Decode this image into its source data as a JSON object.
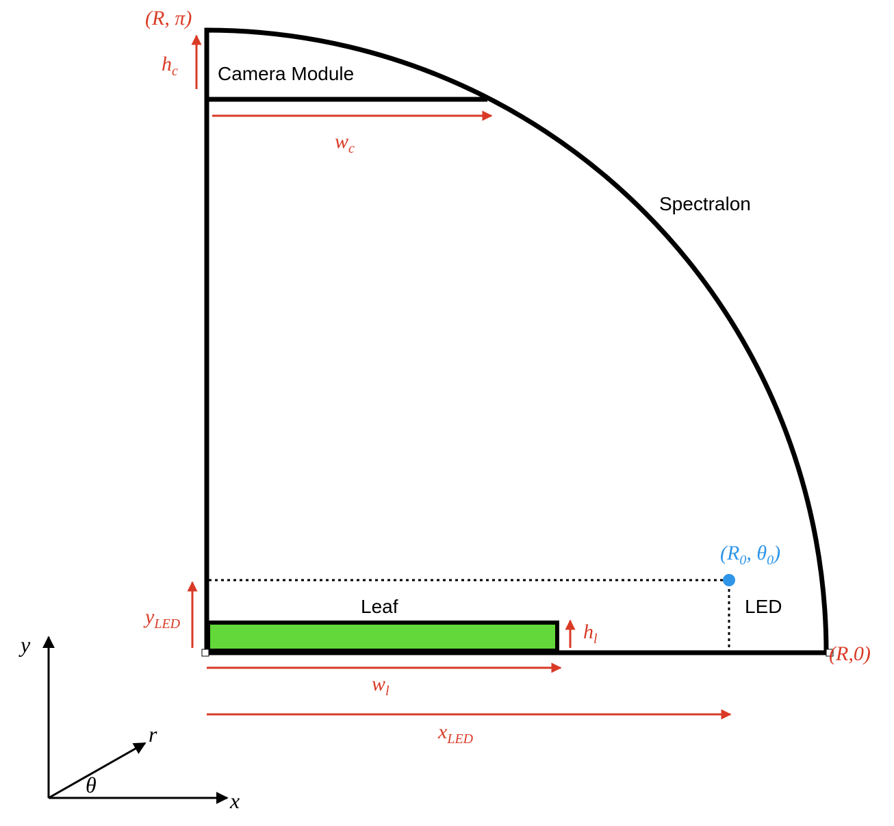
{
  "labels": {
    "camera_module": "Camera Module",
    "spectralon": "Spectralon",
    "leaf": "Leaf",
    "led": "LED"
  },
  "dims": {
    "hc": {
      "base": "h",
      "sub": "c"
    },
    "wc": {
      "base": "w",
      "sub": "c"
    },
    "yled": {
      "base": "y",
      "sub": "LED"
    },
    "hl": {
      "base": "h",
      "sub": "l"
    },
    "wl": {
      "base": "w",
      "sub": "l"
    },
    "xled": {
      "base": "x",
      "sub": "LED"
    }
  },
  "points": {
    "r_pi": "(R, π)",
    "r_0": "(R,0)",
    "led_pos": {
      "open": "(R",
      "sub1": "0",
      "mid": ", θ",
      "sub2": "0",
      "close": ")"
    }
  },
  "axes": {
    "y": "y",
    "x": "x",
    "r": "r",
    "theta": "θ"
  },
  "colors": {
    "dimension": "#d93a26",
    "led_point": "#2e95e8",
    "leaf_fill": "#62d83a",
    "outline": "#000000"
  }
}
